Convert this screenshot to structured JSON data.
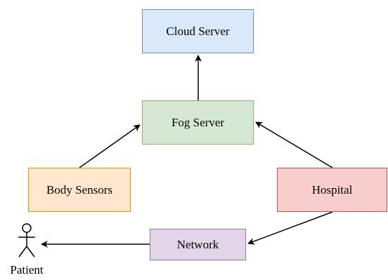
{
  "diagram": {
    "nodes": [
      {
        "id": "cloud",
        "label": "Cloud Server",
        "fill": "#dae8fc",
        "stroke": "#6c8ebf"
      },
      {
        "id": "fog",
        "label": "Fog Server",
        "fill": "#d5e8d4",
        "stroke": "#82b366"
      },
      {
        "id": "body",
        "label": "Body Sensors",
        "fill": "#ffe6cc",
        "stroke": "#d79b00"
      },
      {
        "id": "hosp",
        "label": "Hospital",
        "fill": "#f8cecc",
        "stroke": "#b85450"
      },
      {
        "id": "net",
        "label": "Network",
        "fill": "#e1d5e7",
        "stroke": "#9673a6"
      }
    ],
    "patient_label": "Patient",
    "edges": [
      {
        "from": "fog",
        "to": "cloud"
      },
      {
        "from": "body",
        "to": "fog"
      },
      {
        "from": "hosp",
        "to": "fog"
      },
      {
        "from": "hosp",
        "to": "net"
      },
      {
        "from": "net",
        "to": "patient"
      }
    ]
  }
}
